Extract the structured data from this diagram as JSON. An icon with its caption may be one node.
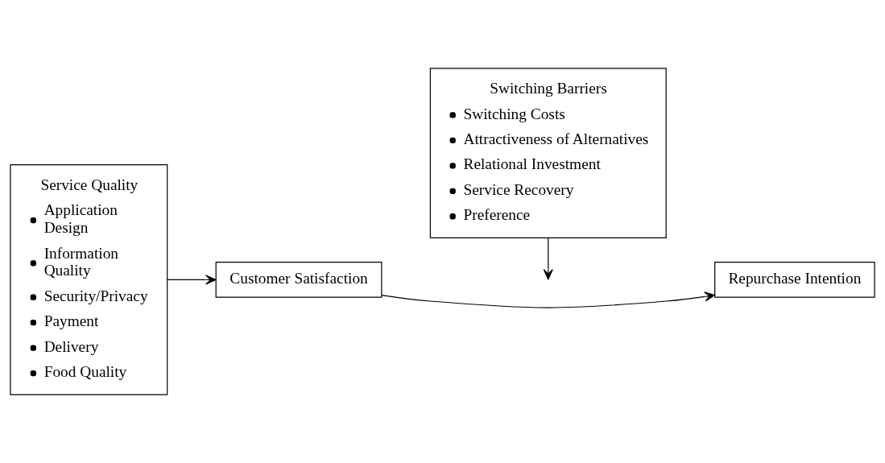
{
  "diagram": {
    "nodes": [
      {
        "text": [
          "Switching Barriers",
          "Switching Costs",
          "Attractiveness of Alternatives",
          "Relational Investment",
          "Service Recovery",
          "Preference"
        ]
      },
      {
        "text": [
          "Service Quality",
          "Application Design",
          "Information Quality",
          "Security/Privacy",
          "Payment",
          "Delivery",
          "Food Quality"
        ]
      },
      {
        "text": [
          "Customer Satisfaction"
        ]
      },
      {
        "text": [
          "Repurchase Intention"
        ]
      }
    ],
    "edges": [
      {
        "from": 1,
        "to": 2,
        "arrow": "to"
      },
      {
        "from": 2,
        "to": 3,
        "arrow": "to"
      },
      {
        "from": 0,
        "to": null,
        "arrow": "to"
      }
    ]
  }
}
